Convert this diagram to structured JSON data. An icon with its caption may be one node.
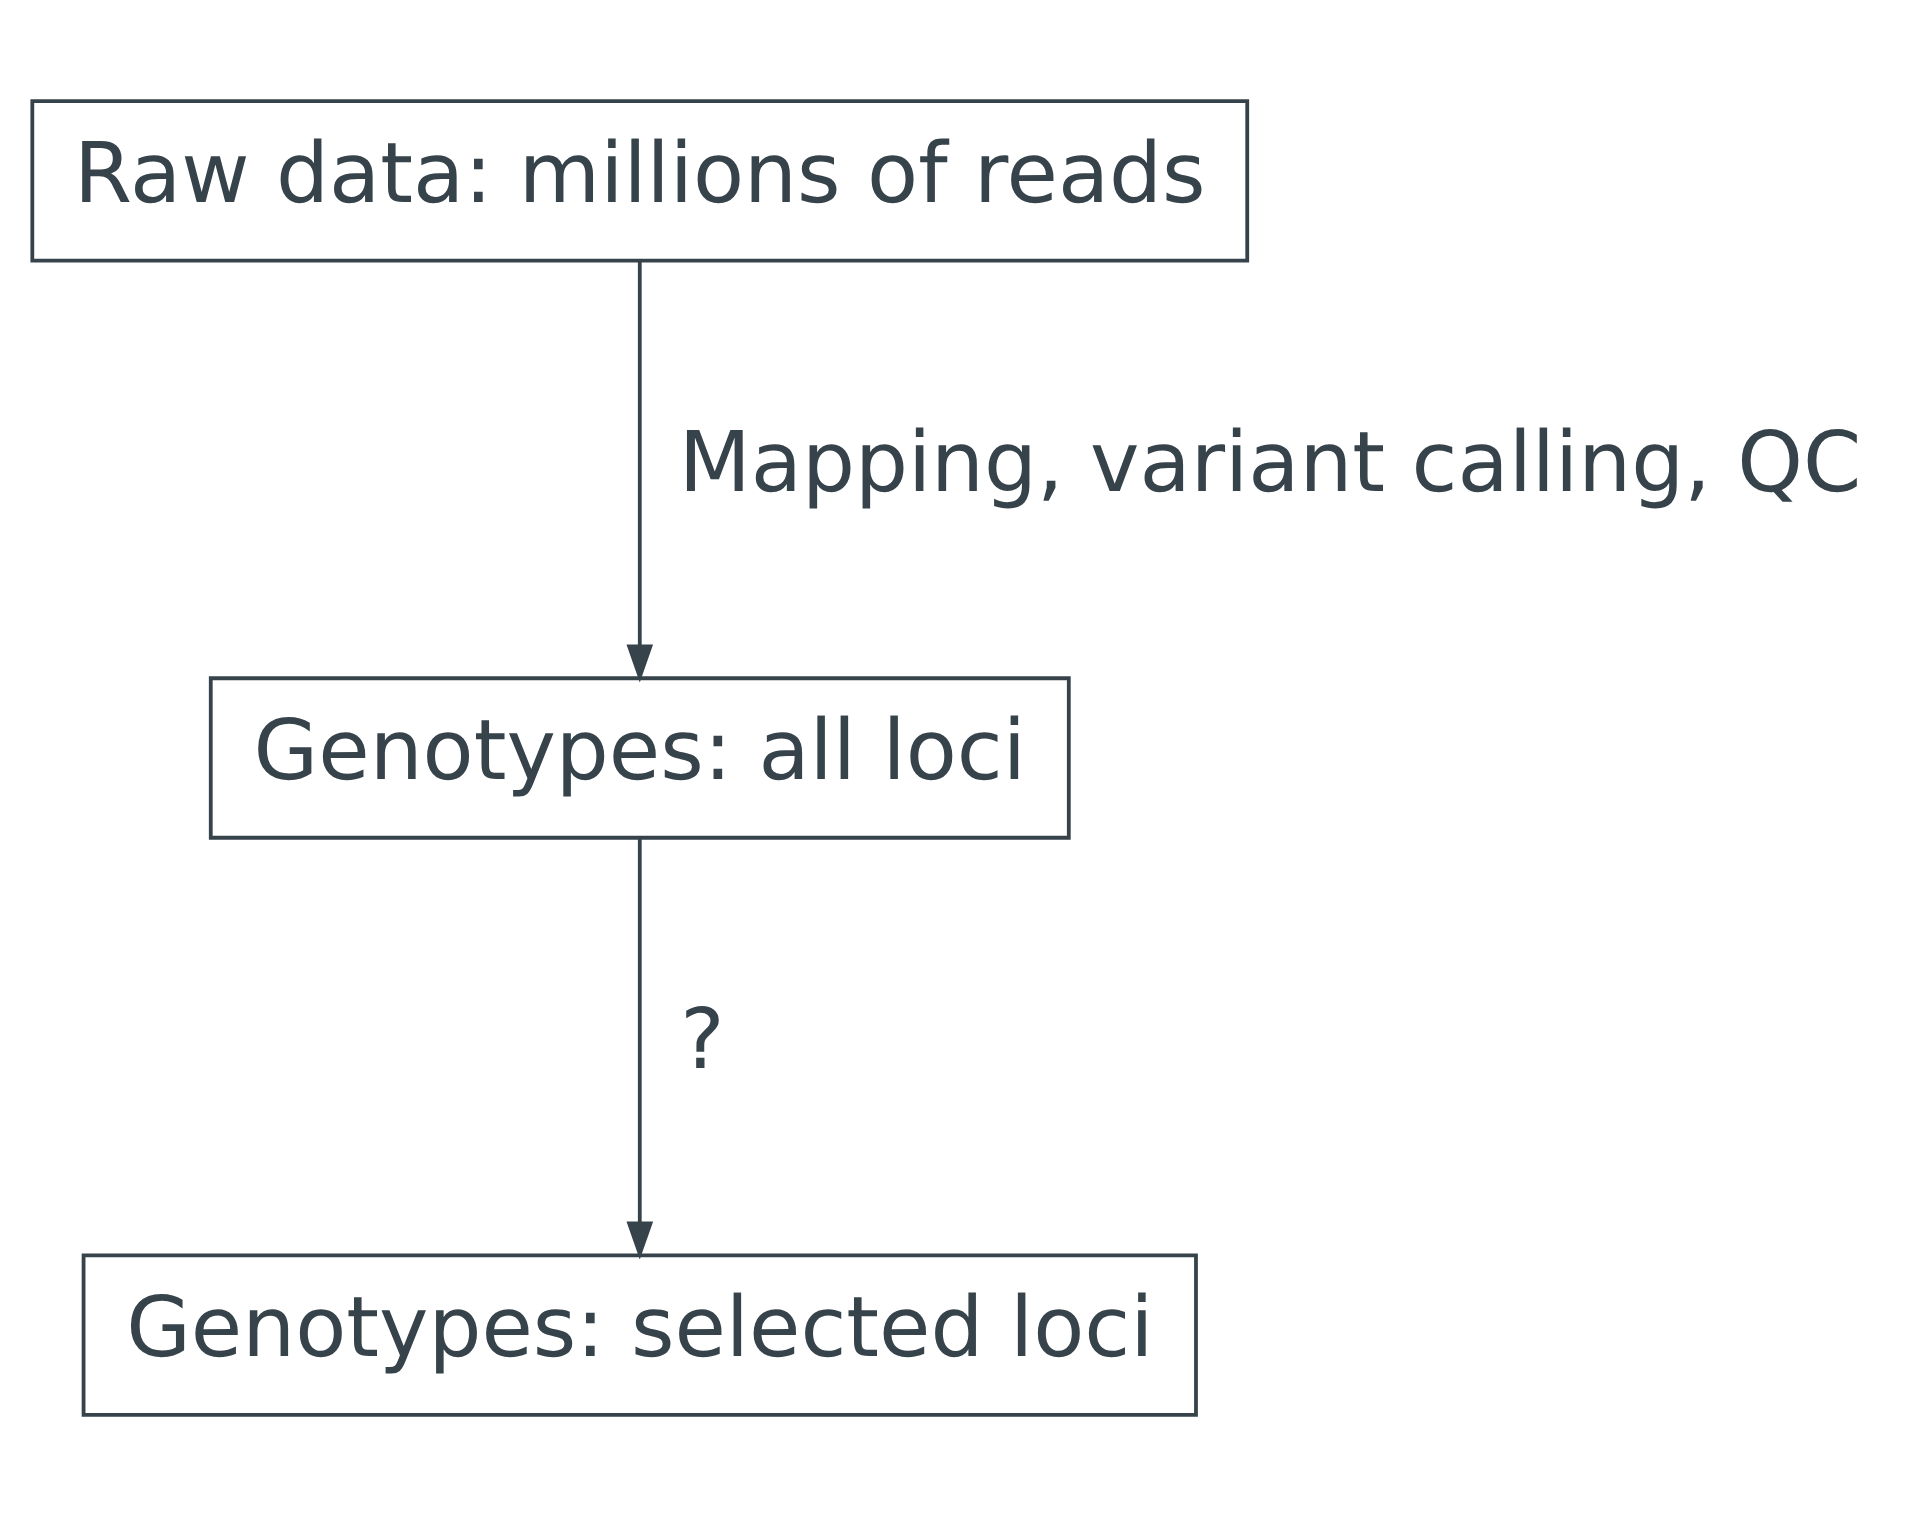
{
  "diagram": {
    "nodes": [
      {
        "text": [
          "Raw data: millions of reads"
        ]
      },
      {
        "text": [
          "Genotypes: all loci"
        ]
      },
      {
        "text": [
          "Genotypes: selected loci"
        ]
      }
    ],
    "edges": [
      {
        "from": 0,
        "to": 1,
        "arrow": "to",
        "label": "Mapping, variant calling, QC"
      },
      {
        "from": 1,
        "to": 2,
        "arrow": "to",
        "label": "?"
      }
    ]
  }
}
